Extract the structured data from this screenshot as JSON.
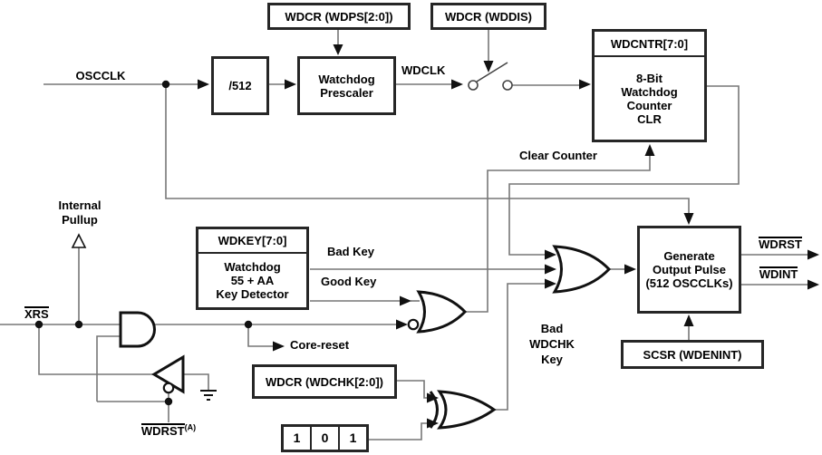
{
  "diagram": {
    "colors": {
      "wire": "#777777",
      "outline": "#262626",
      "text": "#000000",
      "background": "#ffffff"
    },
    "signals": {
      "oscclk": "OSCCLK",
      "wdclk": "WDCLK",
      "clear_counter": "Clear Counter",
      "bad_key": "Bad Key",
      "good_key": "Good Key",
      "core_reset": "Core-reset",
      "bad_wdchk": {
        "line1": "Bad",
        "line2": "WDCHK",
        "line3": "Key"
      },
      "internal_pullup": {
        "line1": "Internal",
        "line2": "Pullup"
      },
      "xrs": "XRS",
      "wdrst_internal": {
        "base": "WDRST",
        "sup": "(A)"
      },
      "wdrst_out": "WDRST",
      "wdint_out": "WDINT"
    },
    "boxes": {
      "wdps": {
        "label": "WDCR (WDPS[2:0])"
      },
      "wddis": {
        "label": "WDCR (WDDIS)"
      },
      "div512": {
        "label": "/512"
      },
      "prescaler": {
        "line1": "Watchdog",
        "line2": "Prescaler"
      },
      "counter": {
        "header": "WDCNTR[7:0]",
        "line1": "8-Bit",
        "line2": "Watchdog",
        "line3": "Counter",
        "line4": "CLR"
      },
      "wdkey": {
        "header": "WDKEY[7:0]",
        "line1": "Watchdog",
        "line2": "55 + AA",
        "line3": "Key Detector"
      },
      "generate": {
        "line1": "Generate",
        "line2": "Output Pulse",
        "line3": "(512 OSCCLKs)"
      },
      "scsr": {
        "label": "SCSR (WDENINT)"
      },
      "wdchk": {
        "label": "WDCR (WDCHK[2:0])"
      },
      "constant": {
        "cells": [
          "1",
          "0",
          "1"
        ]
      }
    }
  }
}
